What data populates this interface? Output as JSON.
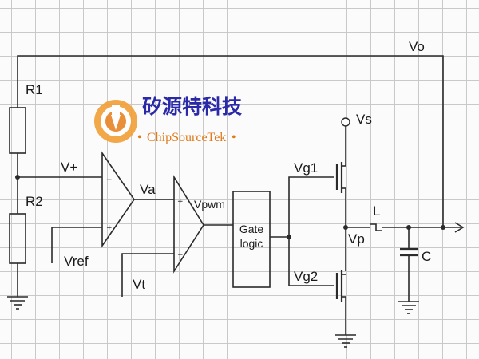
{
  "watermark": {
    "chinese_text": "矽源特科技",
    "english_text": "ChipSourceTek",
    "logo_icon": "orange-circle-logo"
  },
  "labels": {
    "vo": "Vo",
    "r1": "R1",
    "r2": "R2",
    "v_plus": "V+",
    "vref": "Vref",
    "va": "Va",
    "vpwm": "Vpwm",
    "vt": "Vt",
    "gate_logic_line1": "Gate",
    "gate_logic_line2": "logic",
    "vg1": "Vg1",
    "vg2": "Vg2",
    "vs": "Vs",
    "vp": "Vp",
    "inductor": "L",
    "capacitor": "C"
  },
  "colors": {
    "wire": "#2b2b2b",
    "grid": "#c9c9c9",
    "watermark_blue": "#2a2aa8",
    "watermark_orange": "#e07a1a"
  }
}
